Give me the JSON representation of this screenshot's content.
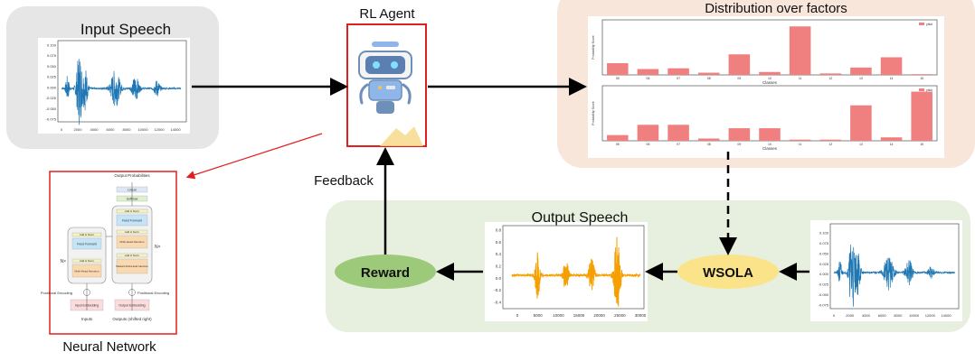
{
  "diagram": {
    "input_speech": {
      "title": "Input Speech",
      "y_ticks": [
        "0.100",
        "0.075",
        "0.050",
        "0.025",
        "0.000",
        "-0.025",
        "-0.050",
        "-0.075"
      ],
      "x_ticks": [
        "0",
        "2000",
        "4000",
        "6000",
        "8000",
        "10000",
        "12000",
        "14000"
      ],
      "waveform_color": "#1f77b4"
    },
    "rl_agent": {
      "title": "RL Agent",
      "border_color": "#e02020",
      "icon": "robot-icon"
    },
    "distribution": {
      "title": "Distribution over factors",
      "legend_label": "ytick",
      "y_axis_label": "Probability Score",
      "x_axis_label": "Classes",
      "x_ticks": [
        "05",
        "06",
        "07",
        "08",
        "09",
        "10",
        "11",
        "12",
        "13",
        "14",
        "15"
      ],
      "bar_color": "#f08080",
      "top_values": [
        0.08,
        0.04,
        0.045,
        0.015,
        0.14,
        0.02,
        0.33,
        0.01,
        0.05,
        0.12,
        0.005
      ],
      "bottom_values": [
        0.05,
        0.14,
        0.14,
        0.02,
        0.11,
        0.11,
        0.01,
        0.01,
        0.31,
        0.03,
        0.43
      ]
    },
    "neural_network": {
      "title": "Neural Network",
      "border_color": "#e02020",
      "output_probabilities": "Output Probabilities",
      "softmax": "Softmax",
      "linear": "Linear",
      "add_norm": "Add & Norm",
      "feed_forward": "Feed Forward",
      "multi_head_attention": "Multi-Head Attention",
      "masked_multi_head_attention": "Masked Multi-Head Attention",
      "positional_encoding": "Positional Encoding",
      "input_embedding": "Input Embedding",
      "output_embedding": "Output Embedding",
      "inputs": "Inputs",
      "outputs": "Outputs (shifted right)",
      "nx": "N×"
    },
    "feedback_label": "Feedback",
    "reward_label": "Reward",
    "wsola_label": "WSOLA",
    "output_speech": {
      "title": "Output Speech",
      "y_ticks": [
        "0.8",
        "0.6",
        "0.4",
        "0.2",
        "0.0",
        "-0.2",
        "-0.4"
      ],
      "x_ticks": [
        "0",
        "5000",
        "10000",
        "15000",
        "20000",
        "25000",
        "30000"
      ],
      "waveform_color": "#f5a000"
    },
    "wsola_input": {
      "y_ticks": [
        "0.100",
        "0.075",
        "0.050",
        "0.025",
        "0.000",
        "-0.025",
        "-0.050",
        "-0.075"
      ],
      "x_ticks": [
        "0",
        "2000",
        "4000",
        "6000",
        "8000",
        "10000",
        "12000",
        "14000"
      ],
      "waveform_color": "#1f77b4"
    },
    "colors": {
      "input_panel": "#e6e6e6",
      "distribution_panel": "#f8e6da",
      "output_panel": "#e7f0de",
      "reward_fill": "#9cc97a",
      "wsola_fill": "#fbe38a",
      "red_arrow": "#e02020"
    }
  }
}
